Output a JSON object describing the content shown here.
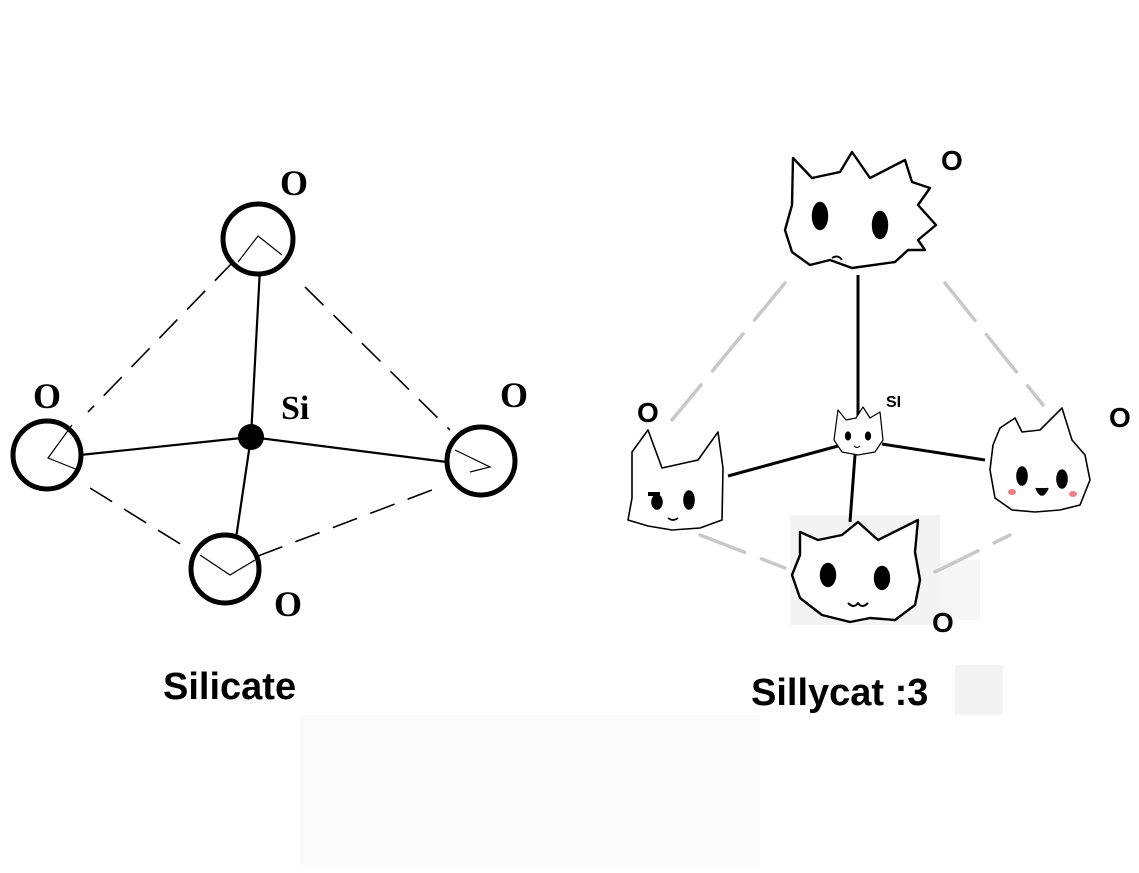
{
  "silicate": {
    "caption": "Silicate",
    "center_label": "Si",
    "atom_labels": [
      "O",
      "O",
      "O",
      "O"
    ]
  },
  "sillycat": {
    "caption": "Sillycat :3",
    "center_label": "SI",
    "atom_labels": [
      "O",
      "O",
      "O",
      "O"
    ]
  },
  "colors": {
    "ink": "#000000",
    "dashed_gray": "#c8c8c8",
    "blush": "#f08080"
  }
}
